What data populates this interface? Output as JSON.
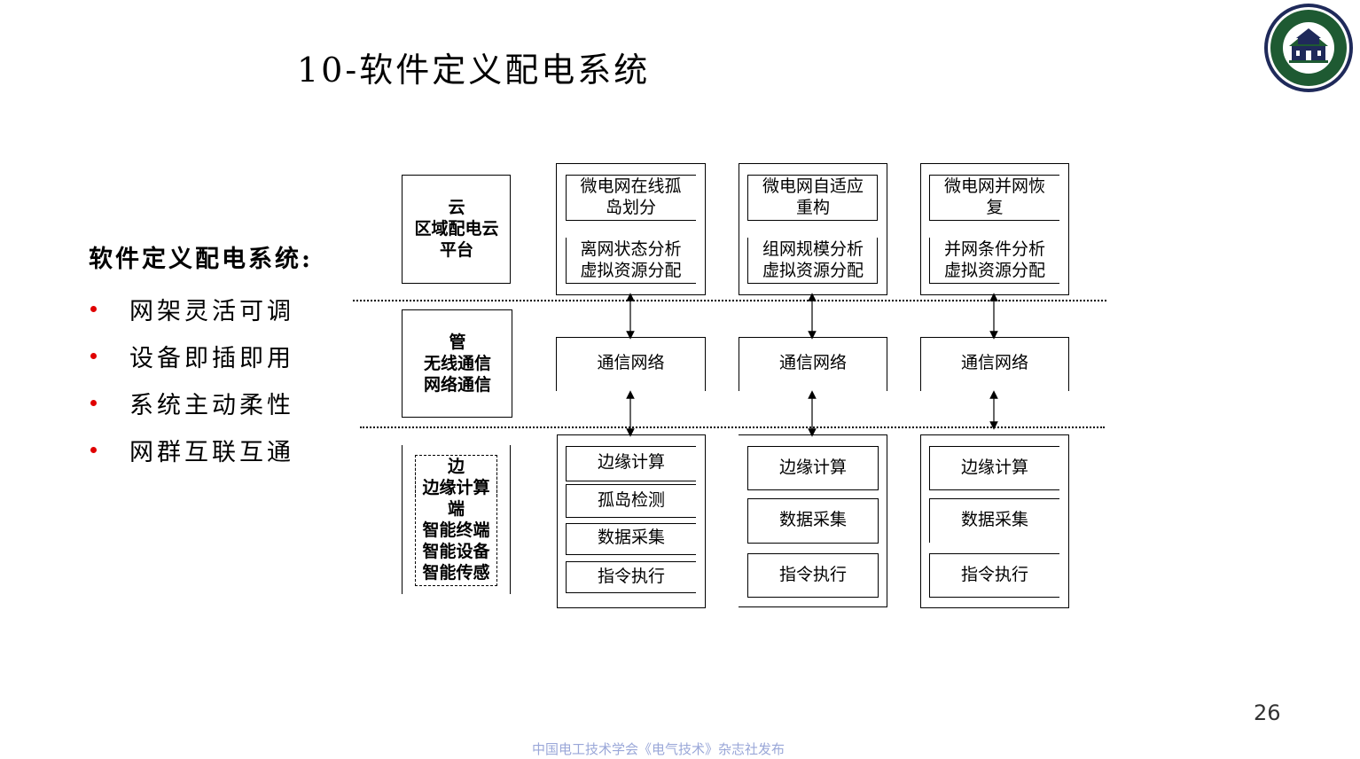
{
  "title": "10-软件定义配电系统",
  "subhead": "软件定义配电系统:",
  "bullets": [
    "网架灵活可调",
    "设备即插即用",
    "系统主动柔性",
    "网群互联互通"
  ],
  "layers": {
    "cloud": {
      "line1": "云",
      "line2": "区域配电云",
      "line3": "平台"
    },
    "pipe": {
      "line1": "管",
      "line2": "无线通信",
      "line3": "网络通信"
    },
    "edge": {
      "line1": "边",
      "line2": "边缘计算",
      "line3": "端",
      "line4": "智能终端",
      "line5": "智能设备",
      "line6": "智能传感"
    }
  },
  "columns": [
    {
      "top_title": [
        "微电网在线孤",
        "岛划分"
      ],
      "top_sub": [
        "离网状态分析",
        "虚拟资源分配"
      ],
      "comm": "通信网络",
      "edge_items": [
        "边缘计算",
        "孤岛检测",
        "数据采集",
        "指令执行"
      ]
    },
    {
      "top_title": [
        "微电网自适应",
        "重构"
      ],
      "top_sub": [
        "组网规模分析",
        "虚拟资源分配"
      ],
      "comm": "通信网络",
      "edge_items": [
        "边缘计算",
        "数据采集",
        "指令执行"
      ]
    },
    {
      "top_title": [
        "微电网并网恢",
        "复"
      ],
      "top_sub": [
        "并网条件分析",
        "虚拟资源分配"
      ],
      "comm": "通信网络",
      "edge_items": [
        "边缘计算",
        "数据采集",
        "指令执行"
      ]
    }
  ],
  "page_number": "26",
  "footer": "中国电工技术学会《电气技术》杂志社发布",
  "colors": {
    "bullet": "#e00000",
    "logo_green": "#1e5a32",
    "logo_navy": "#1f2a5a",
    "footer": "#9aa7d8"
  }
}
